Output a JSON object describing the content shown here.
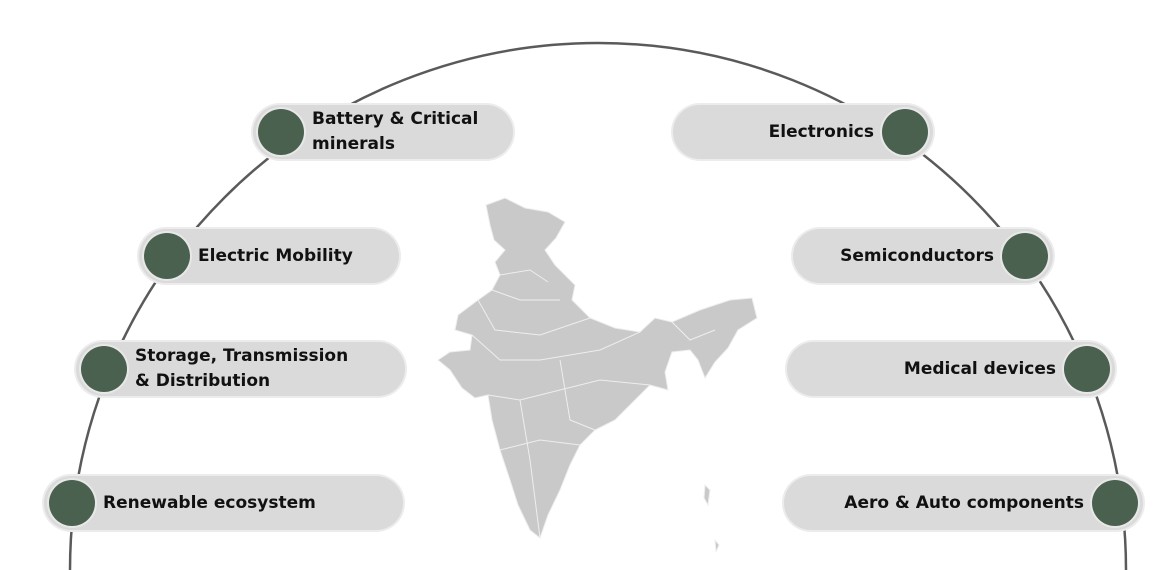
{
  "colors": {
    "pill": "#dadada",
    "dot": "#4a6150",
    "arc": "#5a5a5a",
    "map": "#c9c9c9"
  },
  "map": {
    "icon": "india-map"
  },
  "left_items": [
    {
      "label": "Battery & Critical minerals"
    },
    {
      "label": "Electric Mobility"
    },
    {
      "label": "Storage, Transmission & Distribution"
    },
    {
      "label": "Renewable ecosystem"
    }
  ],
  "right_items": [
    {
      "label": "Electronics"
    },
    {
      "label": "Semiconductors"
    },
    {
      "label": "Medical devices"
    },
    {
      "label": "Aero & Auto components"
    }
  ]
}
